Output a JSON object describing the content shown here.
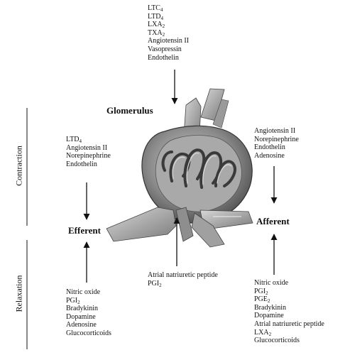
{
  "labels": {
    "glomerulus": "Glomerulus",
    "efferent": "Efferent",
    "afferent": "Afferent",
    "contraction": "Contraction",
    "relaxation": "Relaxation"
  },
  "lists": {
    "top_glomerulus": [
      "LTC4",
      "LTD4",
      "LXA2",
      "TXA2",
      "Angiotensin II",
      "Vasopressin",
      "Endothelin"
    ],
    "efferent_contraction": [
      "LTD4",
      "Angiotensin II",
      "Norepinephrine",
      "Endothelin"
    ],
    "afferent_contraction": [
      "Angiotensin II",
      "Norepinephrine",
      "Endothelin",
      "Adenosine"
    ],
    "center_relaxation": [
      "Atrial natriuretic peptide",
      "PGI2"
    ],
    "efferent_relaxation": [
      "Nitric oxide",
      "PGI2",
      "Bradykinin",
      "Dopamine",
      "Adenosine",
      "Glucocorticoids"
    ],
    "afferent_relaxation": [
      "Nitric oxide",
      "PGI2",
      "PGE2",
      "Bradykinin",
      "Dopamine",
      "Atrial natriuretic peptide",
      "LXA2",
      "Glucocorticoids"
    ]
  }
}
